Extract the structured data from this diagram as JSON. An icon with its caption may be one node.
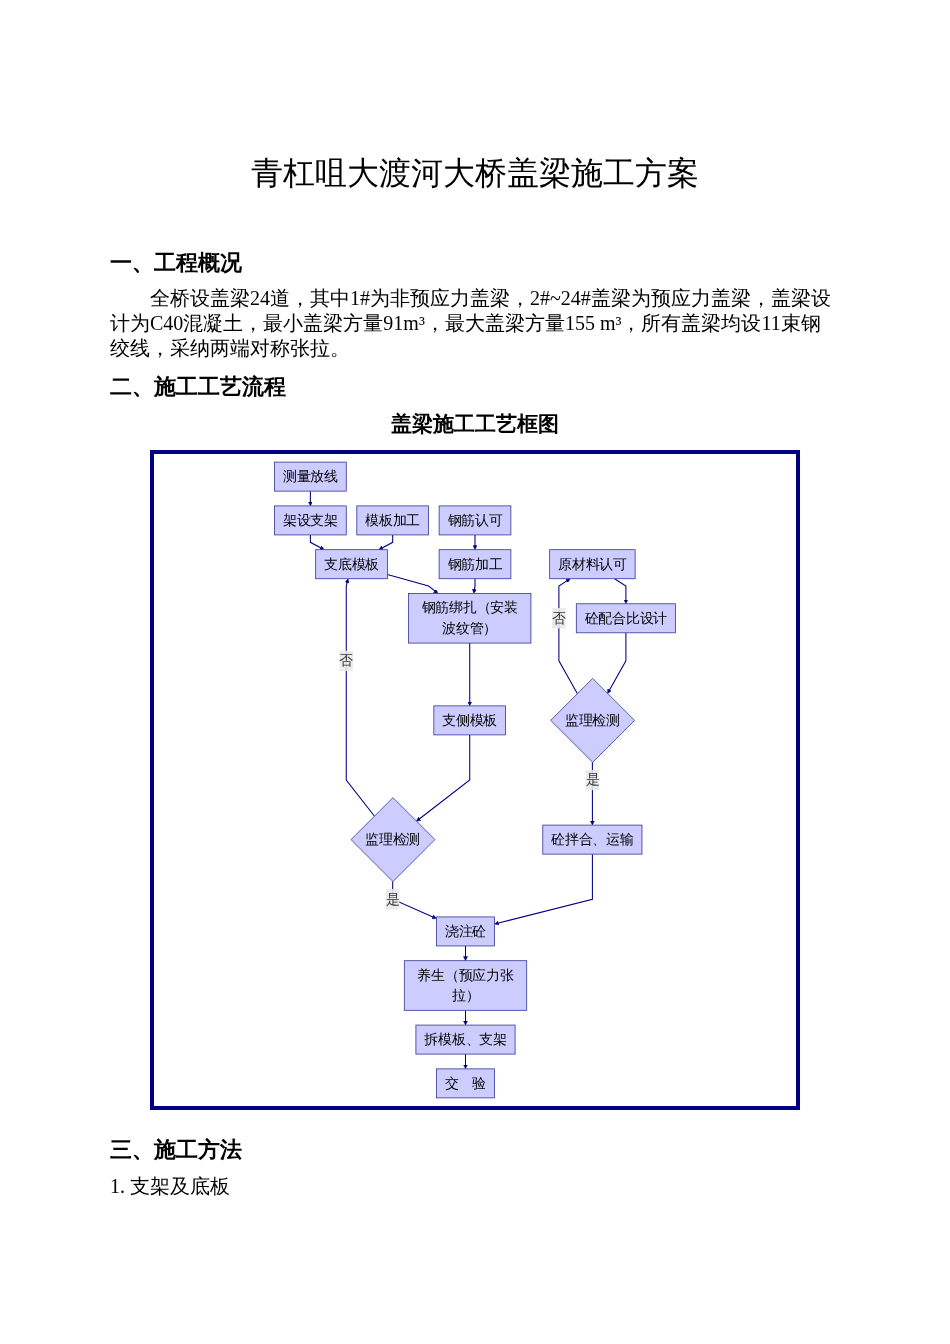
{
  "diagram": {
    "title": "青杠咀大渡河大桥盖梁施工方案",
    "nodes": [
      {
        "text": [
          "测量放线"
        ]
      },
      {
        "text": [
          "架设支架"
        ]
      },
      {
        "text": [
          "模板加工"
        ]
      },
      {
        "text": [
          "支底模板"
        ]
      },
      {
        "text": [
          "钢筋加工"
        ]
      },
      {
        "text": [
          "钢筋绑扎（安装波纹管）"
        ]
      },
      {
        "text": [
          "原材料认可"
        ]
      },
      {
        "text": [
          "钢筋认可"
        ]
      },
      {
        "text": [
          "支侧模板"
        ]
      },
      {
        "text": [
          "砼配合比设计"
        ]
      },
      {
        "text": [
          "监理检测"
        ]
      },
      {
        "text": [
          "监理检测"
        ]
      },
      {
        "text": [
          "浇注砼"
        ]
      },
      {
        "text": [
          "砼拌合、运输"
        ]
      },
      {
        "text": [
          "养生（预应力张拉）"
        ]
      },
      {
        "text": [
          "拆模板、支架"
        ]
      },
      {
        "text": [
          "交　验"
        ]
      }
    ],
    "edges": [
      {
        "from": 0,
        "to": 1,
        "arrow": "to"
      },
      {
        "from": 1,
        "to": 3,
        "arrow": "to"
      },
      {
        "from": 2,
        "to": 3,
        "arrow": "to"
      },
      {
        "from": 3,
        "to": 5,
        "arrow": "to"
      },
      {
        "from": 4,
        "to": 5,
        "arrow": "to"
      },
      {
        "from": 7,
        "to": 4,
        "arrow": "to"
      },
      {
        "from": 5,
        "to": 8,
        "arrow": "to"
      },
      {
        "from": 8,
        "to": 10,
        "arrow": "to"
      },
      {
        "from": 10,
        "to": 3,
        "arrow": "to",
        "label": "否"
      },
      {
        "from": 10,
        "to": 12,
        "arrow": "to",
        "label": "是"
      },
      {
        "from": 6,
        "to": 9,
        "arrow": "to"
      },
      {
        "from": 9,
        "to": 11,
        "arrow": "to"
      },
      {
        "from": 11,
        "to": 6,
        "arrow": "to",
        "label": "否"
      },
      {
        "from": 11,
        "to": 13,
        "arrow": "to",
        "label": "是"
      },
      {
        "from": 13,
        "to": 12,
        "arrow": "to"
      },
      {
        "from": 12,
        "to": 14,
        "arrow": "to"
      },
      {
        "from": 14,
        "to": 15,
        "arrow": "to"
      },
      {
        "from": 15,
        "to": 16,
        "arrow": "to"
      }
    ],
    "labels": [
      "一、工程概况",
      "全桥设盖梁24道，其中1#为非预应力盖梁，2#~24#盖梁为预应力盖梁，盖梁设计为C40混凝土，最小盖梁方量91m³，最大盖梁方量155 m³，所有盖梁均设11束钢绞线，采纳两端对称张拉。",
      "二、施工工艺流程",
      "盖梁施工工艺框图",
      "三、施工方法",
      "1. 支架及底板"
    ]
  }
}
